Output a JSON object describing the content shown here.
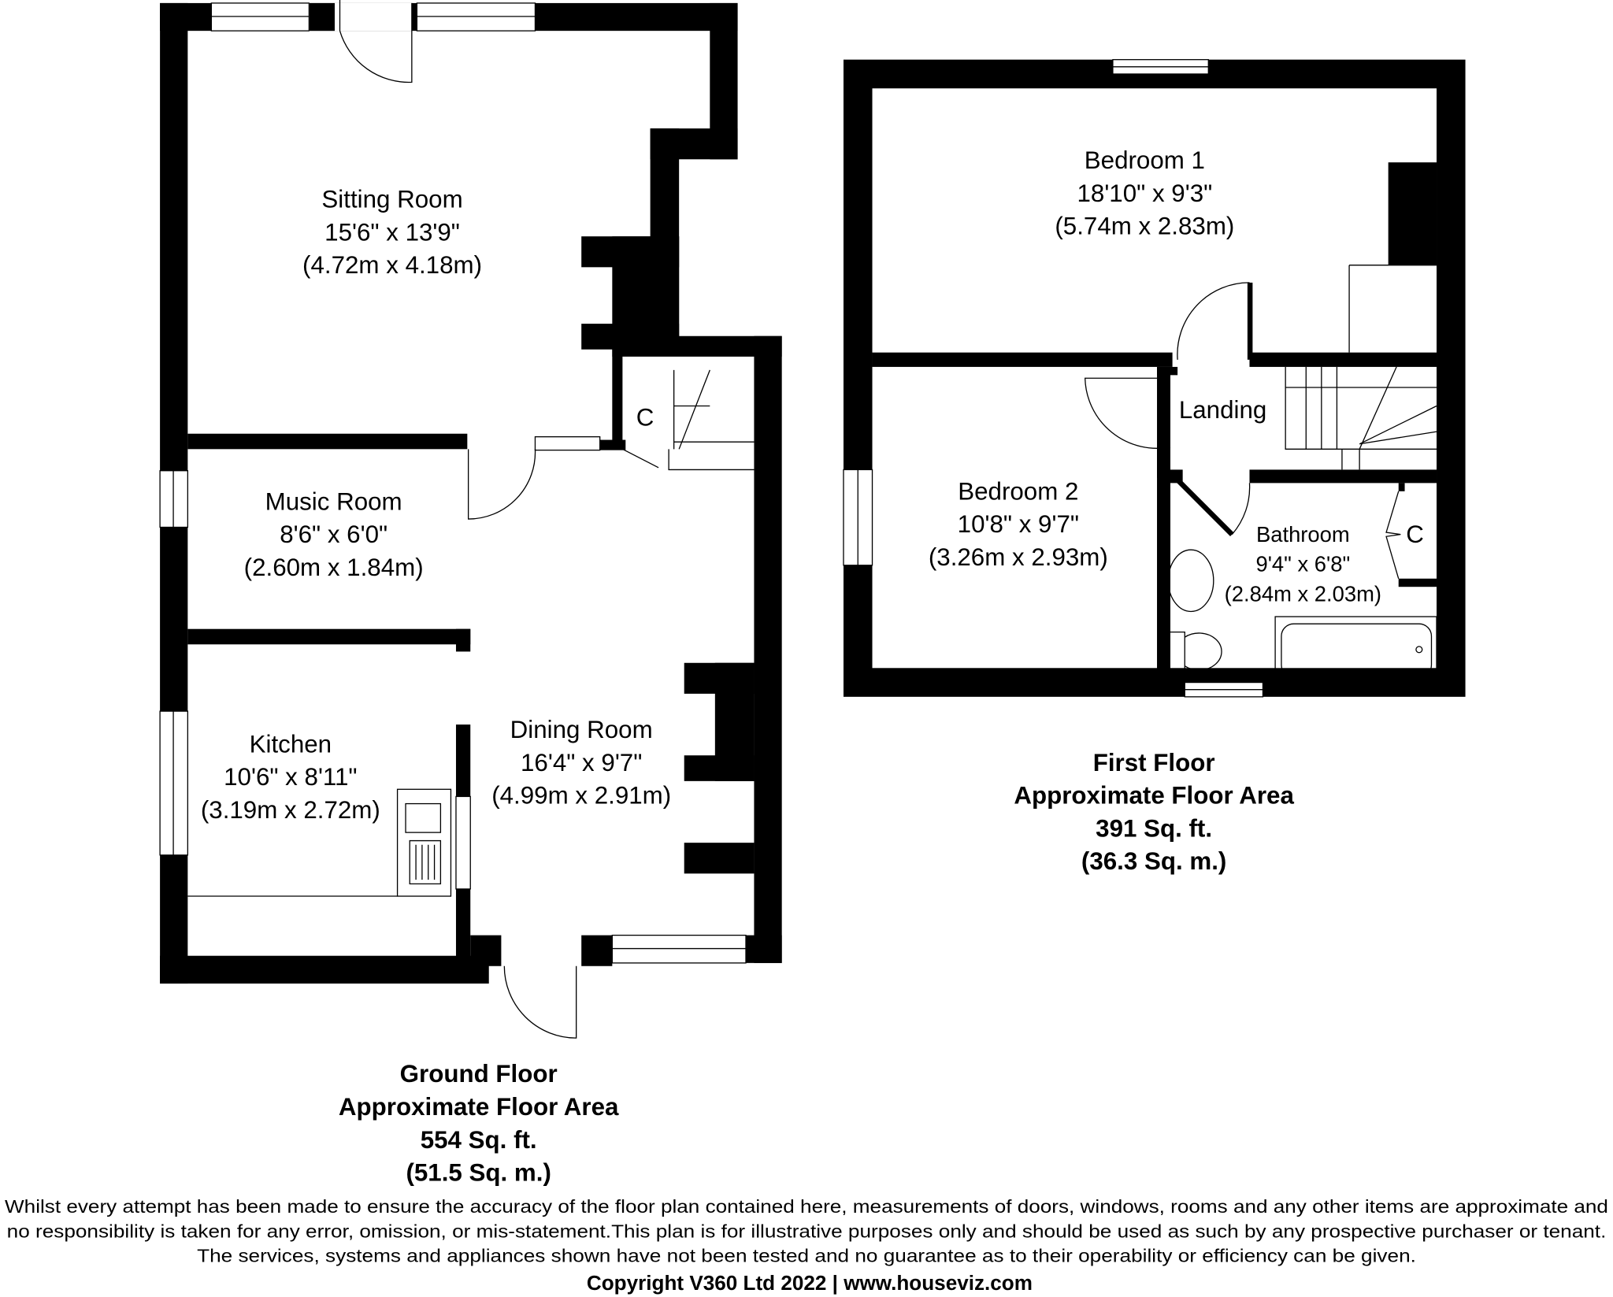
{
  "ground_floor": {
    "rooms": [
      {
        "name": "Sitting Room",
        "imperial": "15'6\" x 13'9\"",
        "metric": "(4.72m x 4.18m)"
      },
      {
        "name": "Music Room",
        "imperial": "8'6\" x 6'0\"",
        "metric": "(2.60m x 1.84m)"
      },
      {
        "name": "Kitchen",
        "imperial": "10'6\" x 8'11\"",
        "metric": "(3.19m x 2.72m)"
      },
      {
        "name": "Dining Room",
        "imperial": "16'4\" x 9'7\"",
        "metric": "(4.99m x 2.91m)"
      }
    ],
    "cupboard_label": "C",
    "title": "Ground Floor",
    "area_label": "Approximate Floor Area",
    "area_sqft": "554 Sq. ft.",
    "area_sqm": "(51.5 Sq. m.)"
  },
  "first_floor": {
    "rooms": [
      {
        "name": "Bedroom 1",
        "imperial": "18'10\" x 9'3\"",
        "metric": "(5.74m x 2.83m)"
      },
      {
        "name": "Bedroom 2",
        "imperial": "10'8\" x 9'7\"",
        "metric": "(3.26m x 2.93m)"
      },
      {
        "name": "Bathroom",
        "imperial": "9'4\" x 6'8\"",
        "metric": "(2.84m x 2.03m)"
      }
    ],
    "landing_label": "Landing",
    "cupboard_label": "C",
    "title": "First Floor",
    "area_label": "Approximate Floor Area",
    "area_sqft": "391 Sq. ft.",
    "area_sqm": "(36.3 Sq. m.)"
  },
  "disclaimer": [
    "Whilst every attempt has been made to ensure the accuracy of the floor plan contained here, measurements of doors, windows, rooms and any other items are approximate and",
    "no responsibility is taken for any error, omission, or mis-statement.This plan is for illustrative purposes only and should be used as such by any prospective purchaser or tenant.",
    "The services, systems and appliances shown have not been tested and no guarantee as to their operability or efficiency can be given."
  ],
  "copyright": "Copyright V360 Ltd 2022 | www.houseviz.com"
}
